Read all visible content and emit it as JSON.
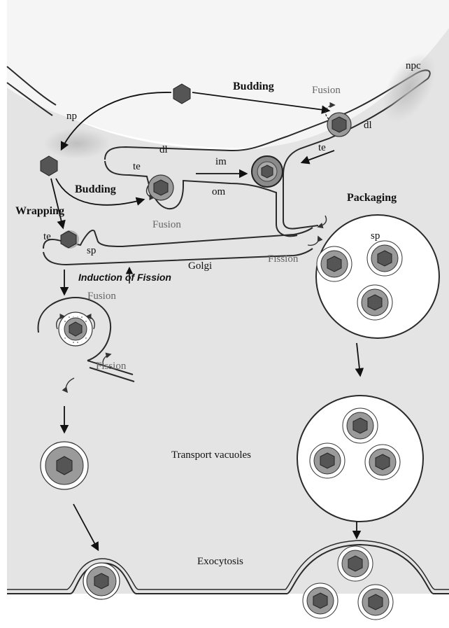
{
  "labels": {
    "npc": "npc",
    "np": "np",
    "budding_top": "Budding",
    "fusion_top": "Fusion",
    "dl_right": "dl",
    "te_right": "te",
    "dl_left": "dl",
    "te_left": "te",
    "im": "im",
    "om": "om",
    "budding_left": "Budding",
    "fusion_left": "Fusion",
    "wrapping": "Wrapping",
    "te_wrap": "te",
    "sp_wrap": "sp",
    "packaging": "Packaging",
    "sp_pack": "sp",
    "fission_right": "Fission",
    "golgi": "Golgi",
    "induction": "Induction of Fission",
    "fusion_lower": "Fusion",
    "fission_lower": "Fission",
    "transport": "Transport vacuoles",
    "exocytosis": "Exocytosis"
  },
  "colors": {
    "cytoplasm": "#e6e6e6",
    "nucleus": "#f4f4f4",
    "membrane": "#2a2a2a",
    "capsid": "#555555",
    "tegument": "#9a9a9a",
    "vesicle": "#ffffff"
  }
}
